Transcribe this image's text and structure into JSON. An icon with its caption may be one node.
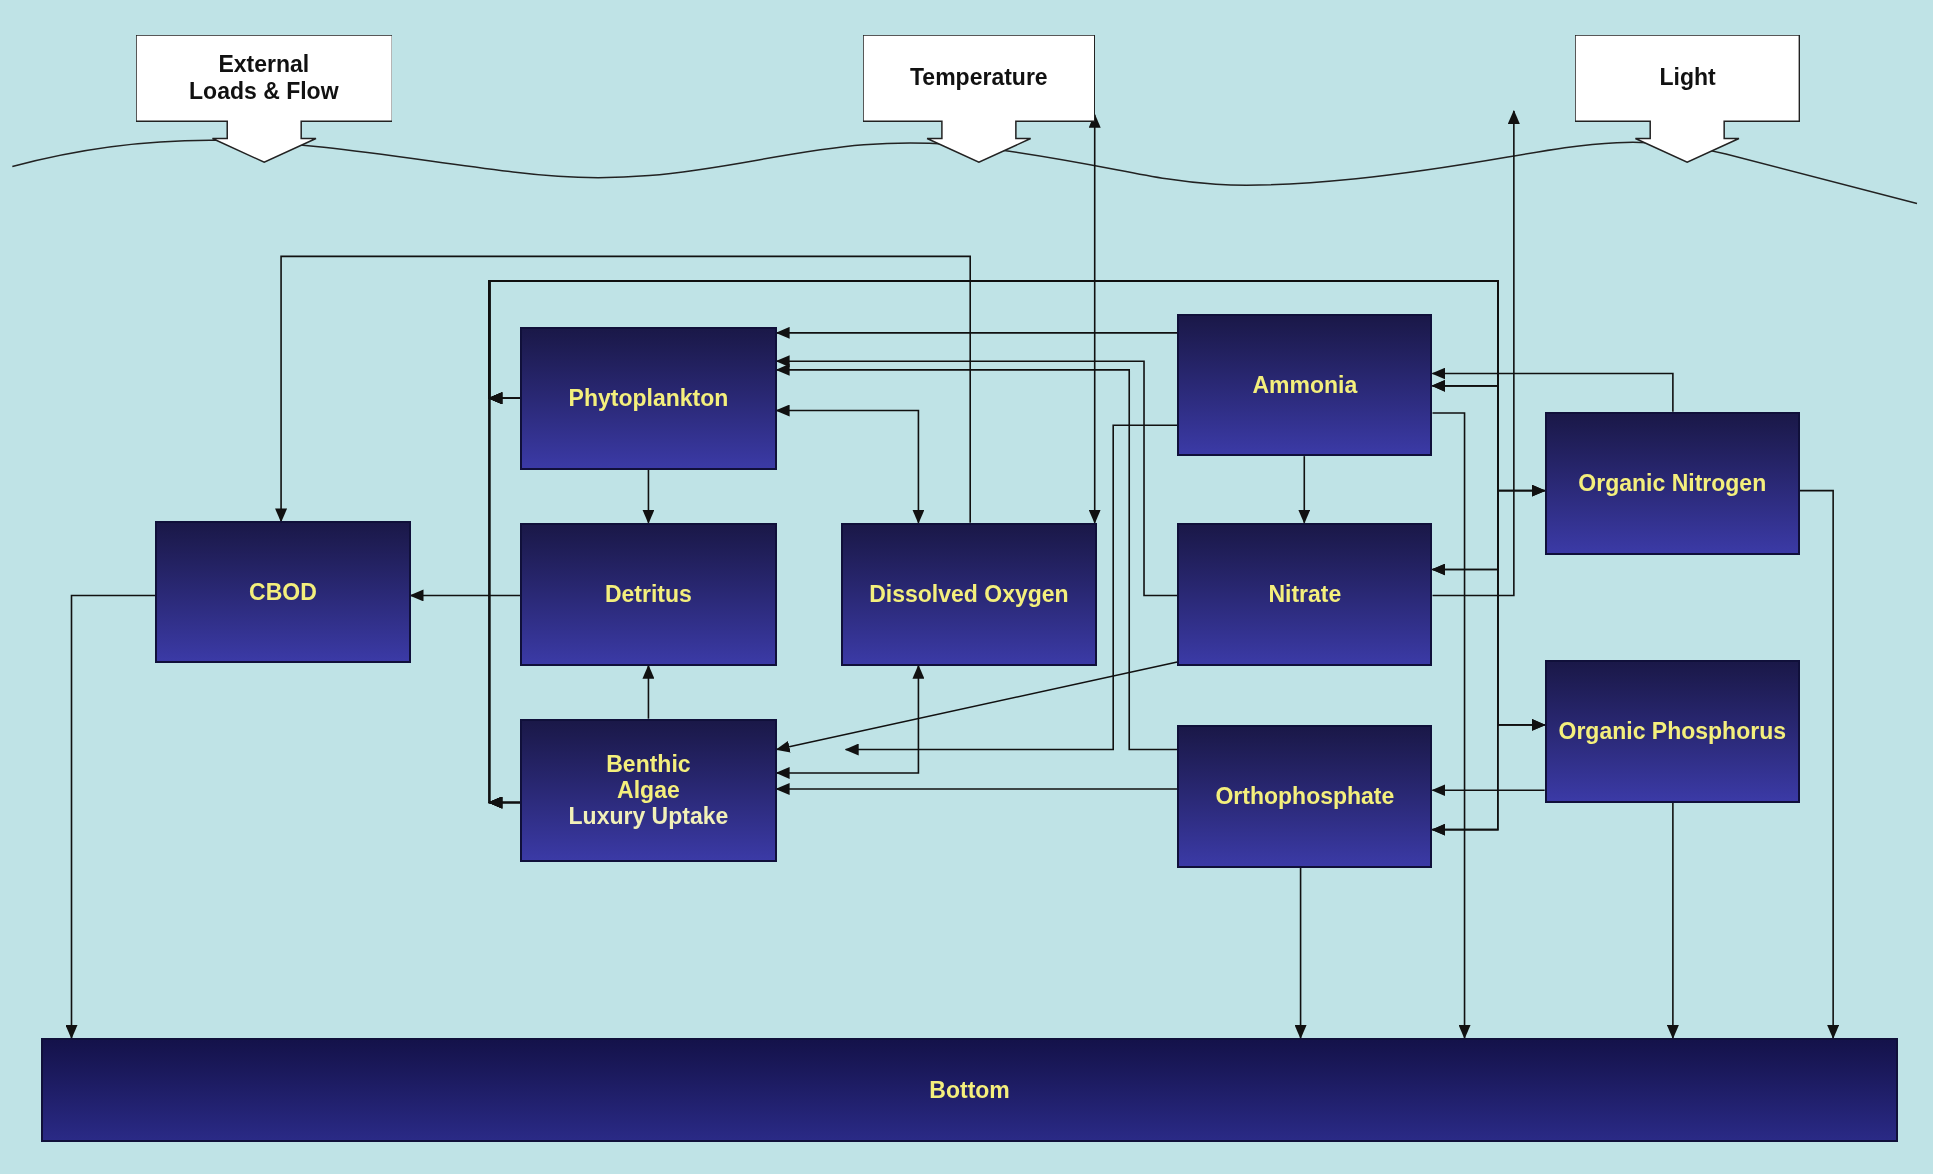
{
  "diagram": {
    "nodes": [
      {
        "text": [
          "External Loads & Flow"
        ]
      },
      {
        "text": [
          "Temperature"
        ]
      },
      {
        "text": [
          "Light"
        ]
      },
      {
        "text": [
          "Phytoplankton"
        ]
      },
      {
        "text": [
          "CBOD"
        ]
      },
      {
        "text": [
          "Detritus"
        ]
      },
      {
        "text": [
          "Dissolved Oxygen"
        ]
      },
      {
        "text": [
          "Ammonia"
        ]
      },
      {
        "text": [
          "Nitrate"
        ]
      },
      {
        "text": [
          "Organic Nitrogen"
        ]
      },
      {
        "text": [
          "Benthic Algae",
          "Luxury Uptake"
        ]
      },
      {
        "text": [
          "Orthophosphate"
        ]
      },
      {
        "text": [
          "Organic Phosphorus"
        ]
      },
      {
        "text": [
          "Bottom"
        ]
      }
    ],
    "edges": [
      {
        "from": 7,
        "to": 3,
        "arrow": "to"
      },
      {
        "from": 8,
        "to": 3,
        "arrow": "to"
      },
      {
        "from": 11,
        "to": 3,
        "arrow": "to"
      },
      {
        "from": 3,
        "to": 6,
        "arrow": "both"
      },
      {
        "from": 3,
        "to": 5,
        "arrow": "to"
      },
      {
        "from": 10,
        "to": 5,
        "arrow": "to"
      },
      {
        "from": 5,
        "to": 4,
        "arrow": "to"
      },
      {
        "from": 6,
        "to": 4,
        "arrow": "to"
      },
      {
        "from": 1,
        "to": 6,
        "arrow": "both"
      },
      {
        "from": 8,
        "to": null,
        "arrow": "to"
      },
      {
        "from": 9,
        "to": 7,
        "arrow": "to"
      },
      {
        "from": 7,
        "to": 8,
        "arrow": "to"
      },
      {
        "from": 7,
        "to": null,
        "arrow": "to"
      },
      {
        "from": 10,
        "to": 6,
        "arrow": "both"
      },
      {
        "from": 8,
        "to": 10,
        "arrow": "to"
      },
      {
        "from": 11,
        "to": 10,
        "arrow": "to"
      },
      {
        "from": 12,
        "to": 11,
        "arrow": "to"
      },
      {
        "from": 3,
        "to": 7,
        "arrow": "to"
      },
      {
        "from": 3,
        "to": 8,
        "arrow": "to"
      },
      {
        "from": 3,
        "to": 9,
        "arrow": "to"
      },
      {
        "from": 3,
        "to": 12,
        "arrow": "to"
      },
      {
        "from": 3,
        "to": 11,
        "arrow": "to"
      },
      {
        "from": 10,
        "to": 7,
        "arrow": "to"
      },
      {
        "from": 10,
        "to": 8,
        "arrow": "to"
      },
      {
        "from": 10,
        "to": 9,
        "arrow": "to"
      },
      {
        "from": 10,
        "to": 12,
        "arrow": "to"
      },
      {
        "from": 10,
        "to": 11,
        "arrow": "to"
      },
      {
        "from": 4,
        "to": 13,
        "arrow": "to"
      },
      {
        "from": 11,
        "to": 13,
        "arrow": "to"
      },
      {
        "from": 7,
        "to": 13,
        "arrow": "to"
      },
      {
        "from": 12,
        "to": 13,
        "arrow": "to"
      },
      {
        "from": 9,
        "to": 13,
        "arrow": "to"
      }
    ]
  }
}
